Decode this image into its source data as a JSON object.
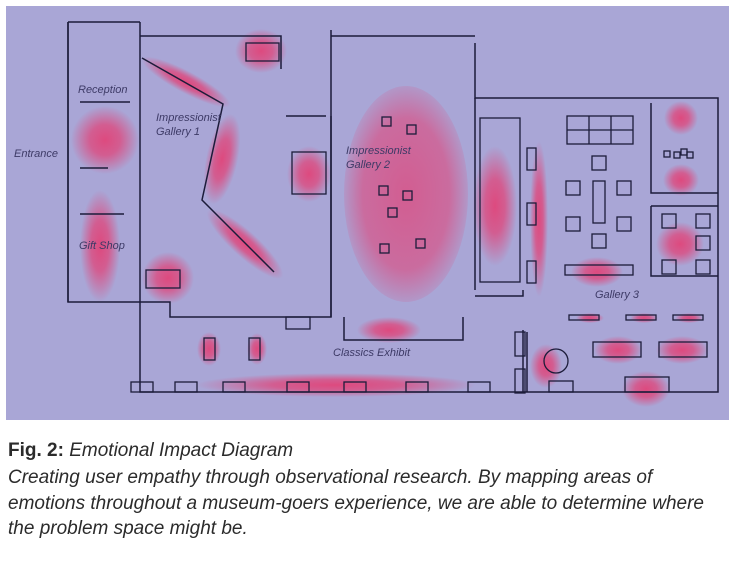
{
  "colors": {
    "background": "#a9a6d6",
    "wall": "#1c1c3a",
    "hotspot": "#e0457a",
    "label": "#3d3a66"
  },
  "labels": {
    "reception": "Reception",
    "entrance": "Entrance",
    "gift_shop": "Gift Shop",
    "impressionist_1_line1": "Impressionist",
    "impressionist_1_line2": "Gallery 1",
    "impressionist_2_line1": "Impressionist",
    "impressionist_2_line2": "Gallery 2",
    "gallery_3": "Gallery 3",
    "classics_exhibit": "Classics Exhibit"
  },
  "caption": {
    "fig_label": "Fig. 2:",
    "title": "Emotional Impact Diagram",
    "description": "Creating user empathy through observational research. By mapping areas of emotions throughout a museum-goers experience, we are able to determine where the problem space might be."
  }
}
